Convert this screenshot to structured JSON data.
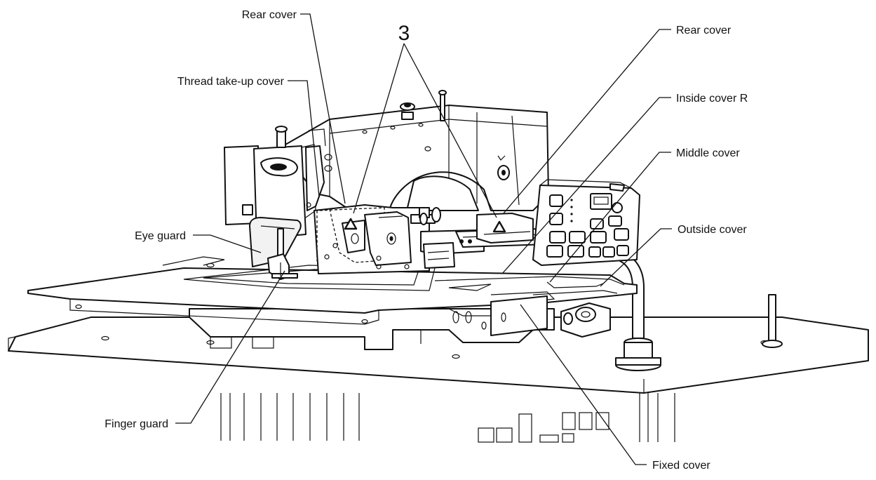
{
  "diagram": {
    "callout_number": "3",
    "labels": {
      "rear_cover_left": "Rear  cover",
      "rear_cover_right": "Rear cover",
      "thread_take_up_cover": "Thread take-up cover",
      "inside_cover_r": "Inside cover R",
      "middle_cover": "Middle cover",
      "eye_guard": "Eye guard",
      "outside_cover": "Outside cover",
      "finger_guard": "Finger guard",
      "fixed_cover": "Fixed cover"
    }
  }
}
